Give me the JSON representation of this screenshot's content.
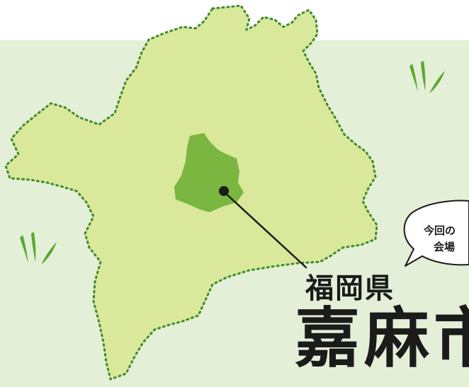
{
  "map": {
    "prefecture_name": "福岡県",
    "city_name": "嘉麻市",
    "callout": {
      "line1": "今回の",
      "line2": "会場"
    },
    "marker_icon": "location-dot-icon",
    "decor_icon": "grass-tuft-icon",
    "colors": {
      "background_band": "#e3efd6",
      "prefecture_fill": "#d9e89a",
      "prefecture_outline": "#3f8a2a",
      "city_fill": "#7ab640",
      "grass": "#5aa832",
      "ink": "#1b1b1b",
      "bubble_fill": "#ffffff"
    }
  }
}
